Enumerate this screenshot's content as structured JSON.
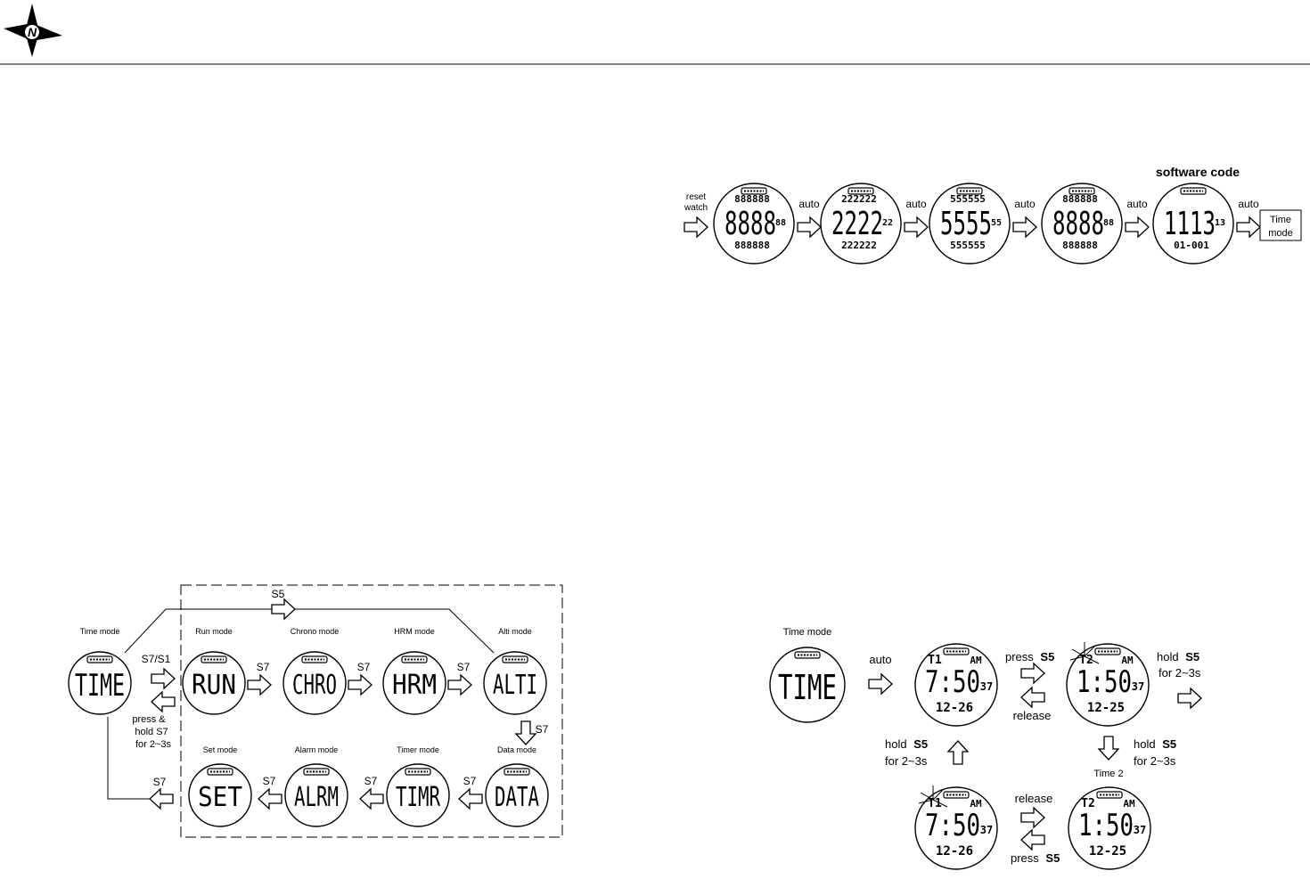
{
  "logo": {
    "icon": "compass-n-logo"
  },
  "reset_sequence": {
    "reset_label_line1": "reset",
    "reset_label_line2": "watch",
    "auto_label": "auto",
    "software_code_label": "software code",
    "time_mode_box_line1": "Time",
    "time_mode_box_line2": "mode",
    "screens": [
      {
        "main": "8888",
        "top": "888888",
        "bottom": "888888",
        "side": "88"
      },
      {
        "main": "2222",
        "top": "222222",
        "bottom": "222222",
        "side": "22"
      },
      {
        "main": "5555",
        "top": "555555",
        "bottom": "555555",
        "side": "55"
      },
      {
        "main": "8888",
        "top": "888888",
        "bottom": "888888",
        "side": "88"
      },
      {
        "main": "1113",
        "top": "",
        "bottom": "01-001",
        "side": "13"
      }
    ]
  },
  "mode_diagram": {
    "top_s5_label": "S5",
    "time_mode_label": "Time mode",
    "time_screen": "TIME",
    "s7s1_label": "S7/S1",
    "press_hold_line1": "press &",
    "press_hold_line2": "hold S7",
    "press_hold_line3": "for 2~3s",
    "s7_label": "S7",
    "top_row": [
      {
        "label": "Run mode",
        "screen": "RUN"
      },
      {
        "label": "Chrono mode",
        "screen": "CHRO"
      },
      {
        "label": "HRM mode",
        "screen": "HRM"
      },
      {
        "label": "Alti mode",
        "screen": "ALTI"
      }
    ],
    "bottom_row": [
      {
        "label": "Set mode",
        "screen": "SET"
      },
      {
        "label": "Alarm mode",
        "screen": "ALRM"
      },
      {
        "label": "Timer mode",
        "screen": "TIMR"
      },
      {
        "label": "Data mode",
        "screen": "DATA"
      }
    ]
  },
  "dual_time_diagram": {
    "time_mode_label": "Time mode",
    "time_screen": "TIME",
    "auto_label": "auto",
    "press_label": "press",
    "release_label": "release",
    "hold_label": "hold",
    "key_label": "S5",
    "for_label": "for 2~3s",
    "time2_label": "Time 2",
    "t1_screen": {
      "tag": "T1",
      "main": "7:50",
      "sec": "37",
      "date": "12-26",
      "ampm": "AM"
    },
    "t2_screen": {
      "tag": "T2",
      "main": "1:50",
      "sec": "37",
      "date": "12-25",
      "ampm": "AM"
    }
  }
}
